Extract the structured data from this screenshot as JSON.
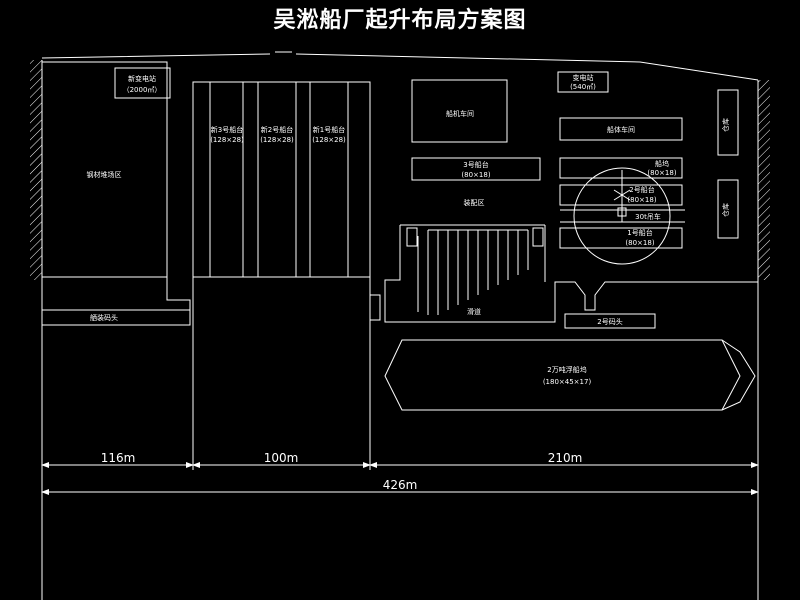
{
  "title": "吴淞船厂起升布局方案图",
  "labels": {
    "transformer_new": "新变电站",
    "transformer_new_cap": "（2000㎡）",
    "steel_yard": "钢材堆场区",
    "new_slipway_3": "新3号船台",
    "new_slipway_3_size": "(128×28)",
    "new_slipway_2": "新2号船台",
    "new_slipway_2_size": "(128×28)",
    "new_slipway_1": "新1号船台",
    "new_slipway_1_size": "(128×28)",
    "ship_workshop": "船机车间",
    "substation_right": "变电站",
    "substation_right_cap": "(540㎡)",
    "hull_workshop": "船体车间",
    "slipway_3": "3号船台",
    "slipway_3_size": "(80×18)",
    "berth": "船坞",
    "berth_size": "(80×18)",
    "slipway_2": "2号船台",
    "slipway_2_size": "(80×18)",
    "gantry": "30t吊车",
    "slipway_1": "1号船台",
    "slipway_1_size": "(80×18)",
    "assembly": "装配区",
    "slide": "滑道",
    "outfitting_quay": "舾装码头",
    "quay_2": "2号码头",
    "floating_dock": "2万吨浮船坞",
    "floating_dock_size": "(180×45×17)",
    "store_upper": "仓库",
    "store_lower": "仓库"
  },
  "dimensions": {
    "d1": "116m",
    "d2": "100m",
    "d3": "210m",
    "total": "426m"
  },
  "colors": {
    "background": "#000000",
    "lines": "#ffffff"
  }
}
